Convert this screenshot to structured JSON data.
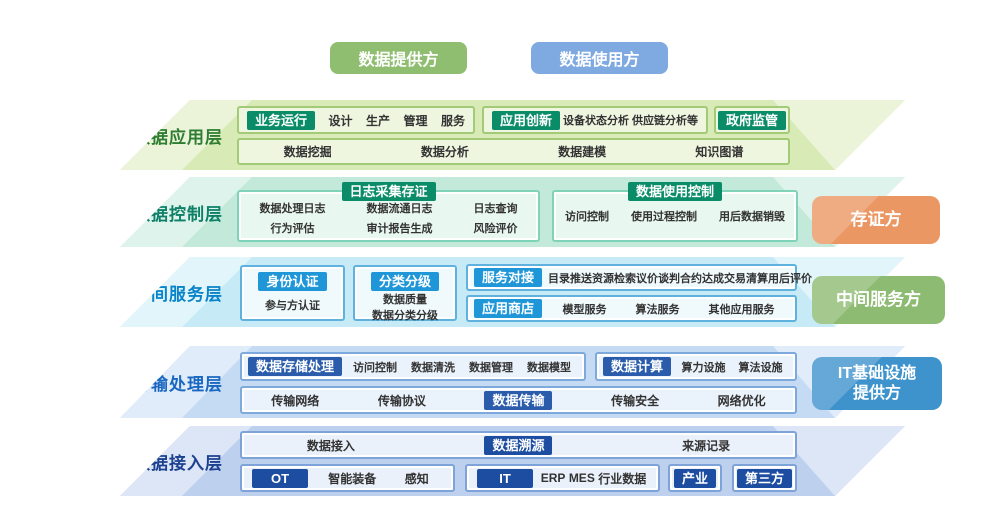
{
  "top": {
    "provider_label": "数据提供方",
    "consumer_label": "数据使用方"
  },
  "layer1": {
    "label": "数据应用层",
    "box1": {
      "badge": "业务运行",
      "items": [
        "设计",
        "生产",
        "管理",
        "服务"
      ]
    },
    "box2": {
      "badge": "应用创新",
      "items": [
        "设备状态分析",
        "供应链分析等"
      ]
    },
    "box3": {
      "badge": "政府监管"
    },
    "row2": [
      "数据挖掘",
      "数据分析",
      "数据建模",
      "知识图谱"
    ]
  },
  "layer2": {
    "label": "数据控制层",
    "box1": {
      "badge": "日志采集存证",
      "col1": [
        "数据处理日志",
        "行为评估"
      ],
      "col2": [
        "数据流通日志",
        "审计报告生成"
      ],
      "col3": [
        "日志查询",
        "风险评价"
      ]
    },
    "box2": {
      "badge": "数据使用控制",
      "items": [
        "访问控制",
        "使用过程控制",
        "用后数据销毁"
      ]
    }
  },
  "layer3": {
    "label": "中间服务层",
    "box1": {
      "badge": "身份认证",
      "items": [
        "参与方认证"
      ]
    },
    "box2": {
      "badge": "分类分级",
      "items": [
        "数据质量",
        "数据分类分级"
      ]
    },
    "box3": {
      "badge": "服务对接",
      "items": [
        "目录推送",
        "资源检索",
        "议价谈判",
        "合约达成",
        "交易清算",
        "用后评价"
      ]
    },
    "box4": {
      "badge": "应用商店",
      "items": [
        "模型服务",
        "算法服务",
        "其他应用服务"
      ]
    }
  },
  "layer4": {
    "label": "传输处理层",
    "box1": {
      "badge": "数据存储处理",
      "items": [
        "访问控制",
        "数据清洗",
        "数据管理",
        "数据模型"
      ]
    },
    "box2": {
      "badge": "数据计算",
      "items": [
        "算力设施",
        "算法设施"
      ]
    },
    "row2": {
      "item1": "传输网络",
      "item2": "传输协议",
      "badge": "数据传输",
      "item3": "传输安全",
      "item4": "网络优化"
    }
  },
  "layer5": {
    "label": "数据接入层",
    "row1": {
      "item1": "数据接入",
      "badge": "数据溯源",
      "item2": "来源记录"
    },
    "box_ot": {
      "badge": "OT",
      "items": [
        "智能装备",
        "感知"
      ]
    },
    "box_it": {
      "badge": "IT",
      "items": [
        "ERP",
        "MES",
        "行业数据"
      ]
    },
    "box_industry": {
      "badge": "产业"
    },
    "box_third": {
      "badge": "第三方"
    }
  },
  "side": {
    "notary": "存证方",
    "intermediary": "中间服务方",
    "it_provider_line1": "IT基础设施",
    "it_provider_line2": "提供方"
  },
  "colors": {
    "provider_green": "#8fbe70",
    "consumer_blue": "#7ea9e1",
    "teal_badge": "#0b8c68",
    "sky_badge": "#1e96d8",
    "deep_blue_badge": "#2a5cab",
    "navy_badge": "#1c4da0",
    "notary_orange": "#eb9763",
    "intermediary_green": "#8dbb72",
    "it_provider_blue": "#3f93cd"
  }
}
